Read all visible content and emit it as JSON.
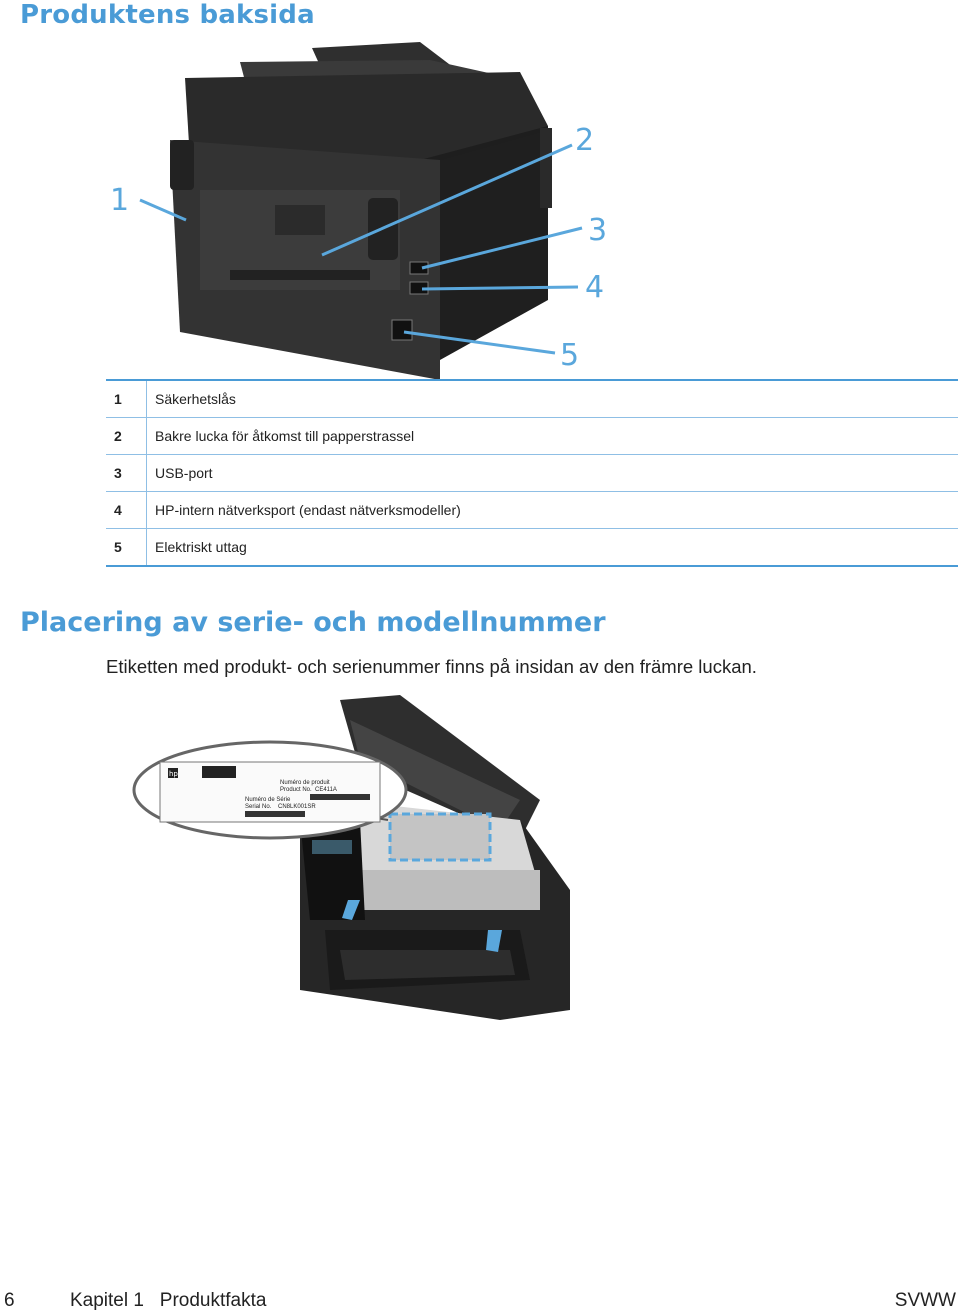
{
  "section1": {
    "title": "Produktens baksida"
  },
  "callouts": [
    "1",
    "2",
    "3",
    "4",
    "5"
  ],
  "legend": [
    {
      "num": "1",
      "label": "Säkerhetslås"
    },
    {
      "num": "2",
      "label": "Bakre lucka för åtkomst till papperstrassel"
    },
    {
      "num": "3",
      "label": "USB-port"
    },
    {
      "num": "4",
      "label": "HP-intern nätverksport (endast nätverksmodeller)"
    },
    {
      "num": "5",
      "label": "Elektriskt uttag"
    }
  ],
  "section2": {
    "title": "Placering av serie- och modellnummer",
    "intro": "Etiketten med produkt- och serienummer finns på insidan av den främre luckan."
  },
  "label": {
    "product_heading": "Numéro de produit",
    "product_no_label": "Product No.",
    "product_no": "CE411A",
    "serial_heading": "Numéro de Série",
    "serial_no_label": "Serial No.",
    "serial_no": "CN8LK001SR",
    "logo": "hp"
  },
  "footer": {
    "page": "6",
    "chapter": "Kapitel 1   Produktfakta",
    "brand": "SVWW"
  },
  "colors": {
    "accent": "#4a9bd6",
    "callout": "#5aa7dc"
  }
}
